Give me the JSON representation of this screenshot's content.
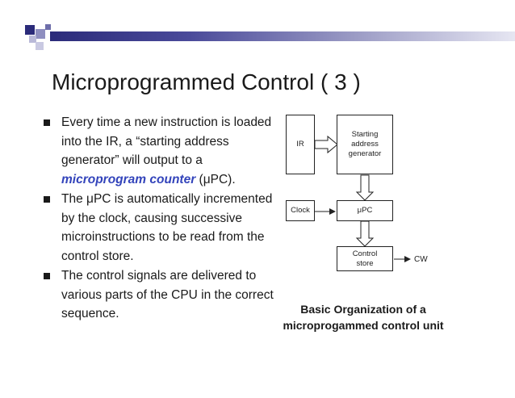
{
  "slide": {
    "title": "Microprogrammed Control ( 3 )",
    "bullets": [
      {
        "parts": [
          {
            "text": "Every time a new instruction is loaded into the IR, a “starting address generator” will output to a ",
            "emphasis": false
          },
          {
            "text": "microprogram counter",
            "emphasis": true
          },
          {
            "text": " (μPC).",
            "emphasis": false
          }
        ]
      },
      {
        "parts": [
          {
            "text": "The μPC is automatically incremented by the clock, causing successive microinstructions to be read from the control store.",
            "emphasis": false
          }
        ]
      },
      {
        "parts": [
          {
            "text": "The control signals are delivered to various parts of the CPU in the correct sequence.",
            "emphasis": false
          }
        ]
      }
    ],
    "diagram": {
      "ir_label": "IR",
      "generator_lines": [
        "Starting",
        "address",
        "generator"
      ],
      "clock_label": "Clock",
      "upc_label": "μPC",
      "store_lines": [
        "Control",
        "store"
      ],
      "output_label": "CW"
    },
    "caption_lines": [
      "Basic Organization of a",
      "microprogammed control unit"
    ]
  },
  "colors": {
    "header_dark": "#2b2b7a",
    "header_light": "#e6e6f2",
    "emphasis": "#3344bb"
  }
}
